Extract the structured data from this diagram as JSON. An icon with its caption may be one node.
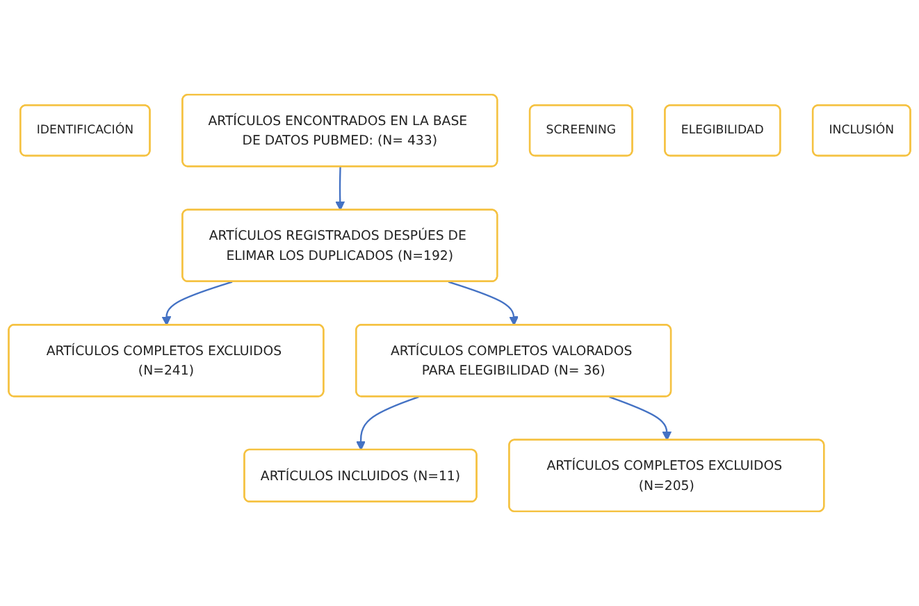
{
  "diagram": {
    "nodes": [
      {
        "text": [
          "IDENTIFICACIÓN"
        ]
      },
      {
        "text": [
          "ARTÍCULOS ENCONTRADOS EN LA BASE DE DATOS PUBMED: (N= 433)"
        ]
      },
      {
        "text": [
          "SCREENING"
        ]
      },
      {
        "text": [
          "ARTÍCULOS REGISTRADOS DESPÚES DE ELIMAR LOS DUPLICADOS (N=192)"
        ]
      },
      {
        "text": [
          "ARTÍCULOS COMPLETOS EXCLUIDOS (N=241)"
        ]
      },
      {
        "text": [
          "ELEGIBILIDAD"
        ]
      },
      {
        "text": [
          "ARTÍCULOS COMPLETOS VALORADOS PARA ELEGIBILIDAD (N= 36)"
        ]
      },
      {
        "text": [
          "ARTÍCULOS COMPLETOS EXCLUIDOS (N=205)"
        ]
      },
      {
        "text": [
          "INCLUSIÓN"
        ]
      },
      {
        "text": [
          "ARTÍCULOS INCLUIDOS (N=11)"
        ]
      }
    ],
    "edges": [
      {
        "from": 1,
        "to": 3,
        "arrow": "to"
      },
      {
        "from": 3,
        "to": 6,
        "arrow": "to"
      },
      {
        "from": 3,
        "to": 4,
        "arrow": "to"
      },
      {
        "from": 6,
        "to": 9,
        "arrow": "to"
      },
      {
        "from": 6,
        "to": 7,
        "arrow": "to"
      }
    ]
  }
}
